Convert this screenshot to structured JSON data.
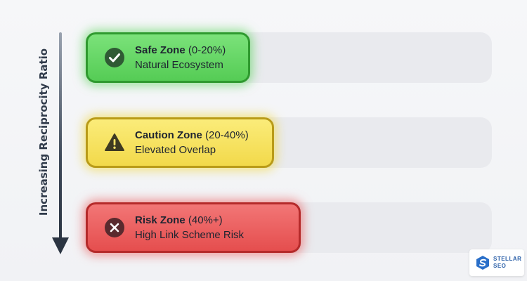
{
  "axis": {
    "label": "Increasing Reciprocity Ratio"
  },
  "zones": [
    {
      "name": "Safe Zone",
      "range": "(0-20%)",
      "description": "Natural Ecosystem",
      "icon": "check-icon",
      "color": "#55cc55"
    },
    {
      "name": "Caution Zone",
      "range": "(20-40%)",
      "description": "Elevated Overlap",
      "icon": "warning-icon",
      "color": "#f2d94a"
    },
    {
      "name": "Risk Zone",
      "range": "(40%+)",
      "description": "High Link Scheme Risk",
      "icon": "x-icon",
      "color": "#e54e4e"
    }
  ],
  "logo": {
    "line1": "STELLAR",
    "line2": "SEO"
  }
}
